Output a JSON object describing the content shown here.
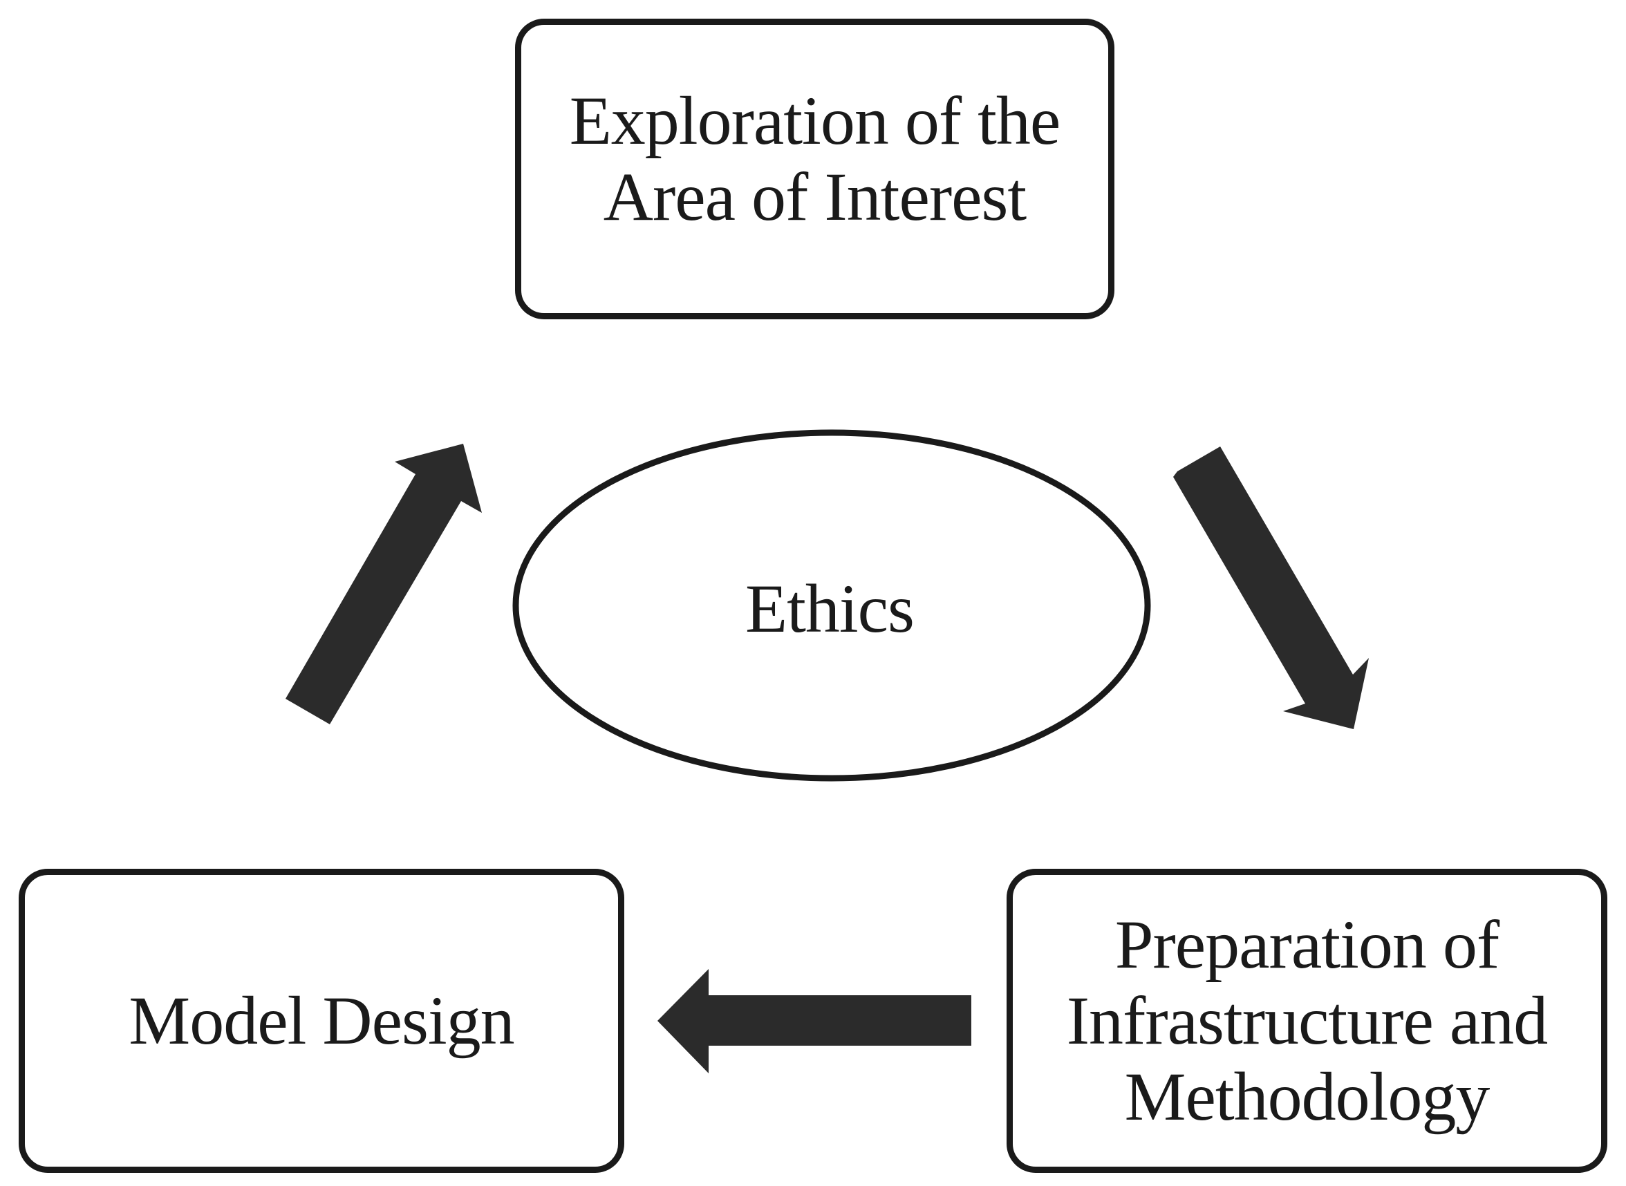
{
  "nodes": {
    "top": {
      "label": "Exploration of the\nArea of Interest"
    },
    "right": {
      "label": "Preparation of\nInfrastructure and\nMethodology"
    },
    "left": {
      "label": "Model Design"
    },
    "center": {
      "label": "Ethics"
    }
  },
  "edges": [
    {
      "from": "top",
      "to": "right"
    },
    {
      "from": "right",
      "to": "left"
    },
    {
      "from": "left",
      "to": "top"
    }
  ],
  "colors": {
    "stroke": "#1a1a1a",
    "arrow_fill": "#2b2b2b",
    "background": "#ffffff"
  }
}
